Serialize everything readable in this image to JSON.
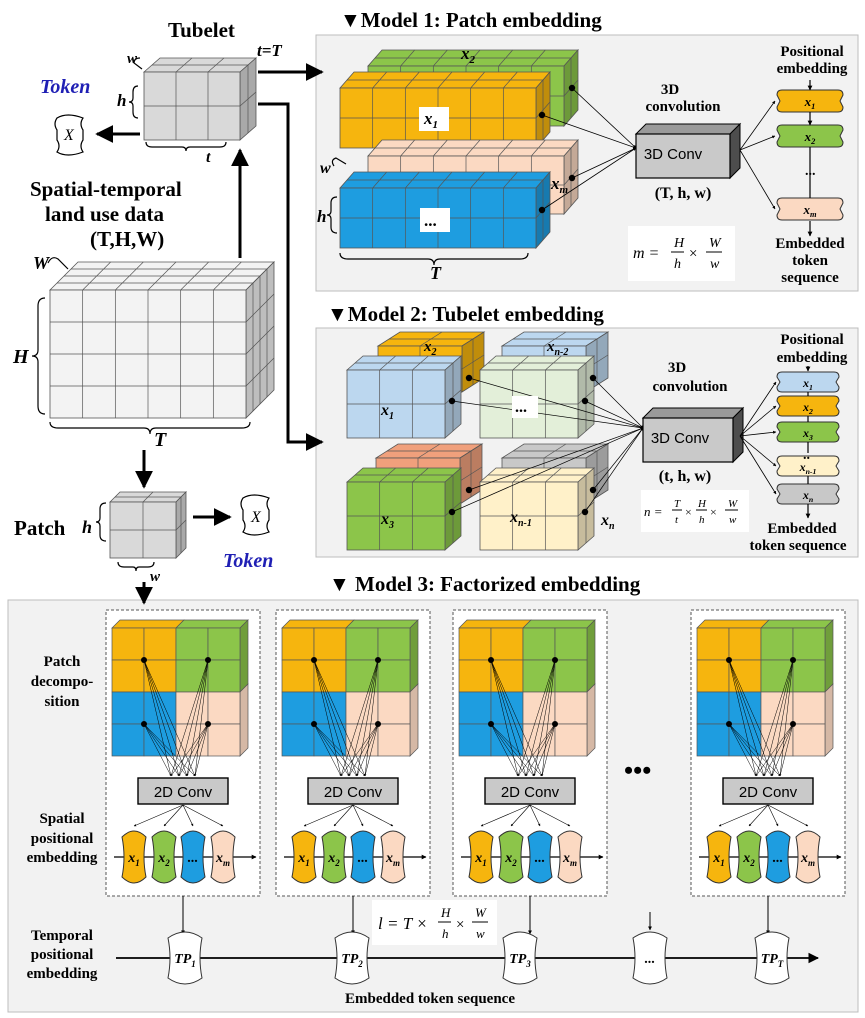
{
  "colors": {
    "yellow": "#f6b50e",
    "green": "#8cc54a",
    "blue": "#1e9de0",
    "peach": "#fbd9c2",
    "lightblue": "#bcd7ef",
    "lightgreen": "#e3efd9",
    "salmon": "#f0a07c",
    "gray": "#c8c8c8",
    "cream": "#fff1c9",
    "token_blue": "#1f1fb4",
    "panel": "#f2f2f2"
  },
  "left": {
    "tubelet_title": "Tubelet",
    "tubelet_w": "w",
    "tubelet_h": "h",
    "tubelet_t": "t",
    "t_eq_T": "t=T",
    "token_label": "Token",
    "token_x": "X",
    "data_title_1": "Spatial-temporal",
    "data_title_2": "land use data",
    "data_title_3": "(T,H,W)",
    "cube_W": "W",
    "cube_H": "H",
    "cube_T": "T",
    "patch_label": "Patch",
    "patch_h": "h",
    "patch_w": "w",
    "patch_token_x": "X",
    "patch_token_label": "Token"
  },
  "model1": {
    "title": "▼Model 1: Patch  embedding",
    "x2": "x",
    "x2_sub": "2",
    "x1": "x",
    "x1_sub": "1",
    "xm": "x",
    "xm_sub": "m",
    "dots": "...",
    "w": "w",
    "h": "h",
    "T": "T",
    "conv_title_1": "3D",
    "conv_title_2": "convolution",
    "conv_label": "3D Conv",
    "conv_dims": "(T, h, w)",
    "formula_lhs": "m =",
    "formula_H": "H",
    "formula_h": "h",
    "formula_times": "×",
    "formula_W": "W",
    "formula_w": "w",
    "pos_1": "Positional",
    "pos_2": "embedding",
    "tokens": [
      {
        "x": "x",
        "sub": "1"
      },
      {
        "x": "x",
        "sub": "2"
      },
      {
        "x": "x",
        "sub": "m"
      }
    ],
    "token_dots": "...",
    "out_1": "Embedded",
    "out_2": "token",
    "out_3": "sequence"
  },
  "model2": {
    "title": "▼Model 2: Tubelet embedding",
    "x2": "x",
    "x2_sub": "2",
    "xn2": "x",
    "xn2_sub": "n-2",
    "x1": "x",
    "x1_sub": "1",
    "dots": "...",
    "x3": "x",
    "x3_sub": "3",
    "xn1": "x",
    "xn1_sub": "n-1",
    "xn": "x",
    "xn_sub": "n",
    "conv_title_1": "3D",
    "conv_title_2": "convolution",
    "conv_label": "3D Conv",
    "conv_dims": "(t, h, w)",
    "formula_lhs": "n =",
    "formula_T": "T",
    "formula_t": "t",
    "formula_H": "H",
    "formula_h": "h",
    "formula_W": "W",
    "formula_w": "w",
    "formula_times": "×",
    "pos_1": "Positional",
    "pos_2": "embedding",
    "tokens": [
      {
        "x": "x",
        "sub": "1"
      },
      {
        "x": "x",
        "sub": "2"
      },
      {
        "x": "x",
        "sub": "3"
      },
      {
        "x": "x",
        "sub": "n-1"
      },
      {
        "x": "x",
        "sub": "n"
      }
    ],
    "token_dots": "..",
    "out_1": "Embedded",
    "out_2": "token sequence"
  },
  "model3": {
    "title": "▼ Model 3: Factorized embedding",
    "row_patch_1": "Patch",
    "row_patch_2": "decompo-",
    "row_patch_3": "sition",
    "row_spatial_1": "Spatial",
    "row_spatial_2": "positional",
    "row_spatial_3": "embedding",
    "row_temporal_1": "Temporal",
    "row_temporal_2": "positional",
    "row_temporal_3": "embedding",
    "conv_label": "2D Conv",
    "spatial_tokens": [
      {
        "x": "x",
        "sub": "1"
      },
      {
        "x": "x",
        "sub": "2"
      },
      {
        "x": "...",
        "sub": ""
      },
      {
        "x": "x",
        "sub": "m"
      }
    ],
    "ellipsis": "•••",
    "formula_lhs": "l = T ×",
    "formula_H": "H",
    "formula_h": "h",
    "formula_W": "W",
    "formula_w": "w",
    "formula_times": "×",
    "tp_tokens": [
      {
        "label": "TP",
        "sub": "1"
      },
      {
        "label": "TP",
        "sub": "2"
      },
      {
        "label": "TP",
        "sub": "3"
      },
      {
        "label": "...",
        "sub": ""
      },
      {
        "label": "TP",
        "sub": "T"
      }
    ],
    "caption": "Embedded token sequence"
  }
}
